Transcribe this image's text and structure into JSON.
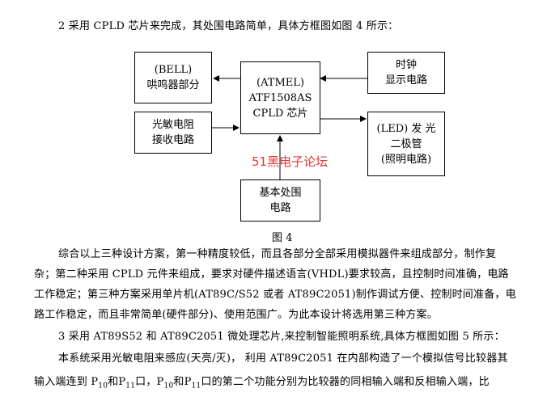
{
  "intro_line": "2 采用 CPLD 芯片来完成，其处围电路简单，具体方框图如图 4 所示：",
  "diagram": {
    "bell_box": {
      "line1": "(BELL)",
      "line2": "哄鸣器部分"
    },
    "atmel_box": {
      "line1": "(ATMEL)",
      "line2": "ATF1508AS",
      "line3": "CPLD 芯片"
    },
    "clock_box": {
      "line1": "时钟",
      "line2": "显示电路"
    },
    "sensor_box": {
      "line1": "光敏电阻",
      "line2": "接收电路"
    },
    "led_box": {
      "line1": "(LED) 发 光",
      "line2": "二极管",
      "line3": "(照明电路)"
    },
    "basic_box": {
      "line1": "基本处围",
      "line2": "电路"
    },
    "watermark": "51黑电子论坛",
    "caption": "图 4"
  },
  "paragraphs": {
    "p1_l1": "综合以上三种设计方案，第一种精度较低，而且各部分全部采用模拟器件来组成部分，制作复",
    "p1_l2": "杂；第二种采用 CPLD 元件来组成，要求对硬件描述语言(VHDL)要求较高，且控制时间准确，电路",
    "p1_l3": "工作稳定；第三种方案采用单片机(AT89C/S52 或者  AT89C2051)制作调试方便、控制时间准备，电",
    "p1_l4": "路工作稳定，而且非常简单(硬件部分)、使用范围广。为此本设计将选用第三种方案。",
    "p2_l1": "3 采用 AT89S52 和 AT89C2051 微处理芯片,来控制智能照明系统,具体方框图如图 5 所示：",
    "p3_l1": "本系统采用光敏电阻来感应(天亮/灭)，  利用  AT89C2051  在内部构造了一个模拟信号比较器其",
    "p3_l2_a": "输入端连到 P",
    "p3_l2_sub1": "10",
    "p3_l2_b": "和P",
    "p3_l2_sub2": "11",
    "p3_l2_c": "口，P",
    "p3_l2_sub3": "10",
    "p3_l2_d": "和P",
    "p3_l2_sub4": "11",
    "p3_l2_e": "口的第二个功能分别为比较器的同相输入端和反相输入端，比"
  }
}
